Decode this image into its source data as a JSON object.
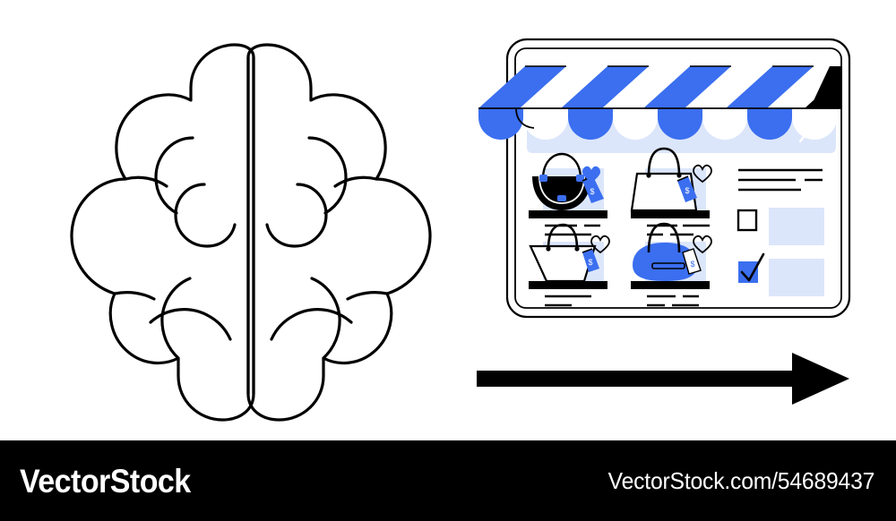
{
  "footer": {
    "brand": "VectorStock",
    "url": "VectorStock.com/54689437"
  },
  "colors": {
    "blue": "#3B6FF0",
    "light_blue": "#DCE6FB",
    "black": "#000000",
    "white": "#FFFFFF",
    "background": "#FFFFFF"
  },
  "illustration": {
    "title": "Brain and online shop storefront with arrow",
    "brain": {
      "label": "brain-outline",
      "style": "line-art",
      "stroke": "#000000",
      "stroke_width": 3,
      "lobes": 14,
      "hemispheres": 2
    },
    "arrow": {
      "label": "right-arrow",
      "direction": "right",
      "fill": "#000000"
    }
  },
  "shop": {
    "device": "tablet",
    "awning": {
      "label": "striped-awning",
      "stripe_count": 8,
      "stripe_colors": [
        "#3B6FF0",
        "#FFFFFF"
      ],
      "end_cap_color": "#000000",
      "scallop_count": 8
    },
    "search": {
      "placeholder": "",
      "value": "",
      "icon": "search-icon"
    },
    "products": [
      {
        "id": "product-1",
        "name": "black-hobo-bag",
        "bag_color": "#000000",
        "accent_color": "#3B6FF0",
        "favorite": true,
        "heart_icon": "heart-filled-icon",
        "text_lines": [
          [
            36,
            18
          ],
          [
            52
          ]
        ]
      },
      {
        "id": "product-2",
        "name": "white-tote-bag",
        "bag_color": "#FFFFFF",
        "accent_color": "#3B6FF0",
        "favorite": false,
        "heart_icon": "heart-outline-icon",
        "text_lines": [
          [
            34,
            30
          ],
          [
            18,
            26
          ]
        ]
      },
      {
        "id": "product-3",
        "name": "white-angular-bag",
        "bag_color": "#FFFFFF",
        "accent_color": "#3B6FF0",
        "favorite": false,
        "heart_icon": "heart-outline-icon",
        "text_lines": [
          [
            52
          ],
          [
            30
          ]
        ]
      },
      {
        "id": "product-4",
        "name": "blue-bowler-bag",
        "bag_color": "#3B6FF0",
        "accent_color": "#FFFFFF",
        "favorite": false,
        "heart_icon": "heart-outline-icon",
        "text_lines": [
          [
            32,
            18
          ],
          [
            20,
            30
          ]
        ]
      }
    ],
    "sidebar": {
      "text_lines": [
        [
          62
        ],
        [
          42,
          18
        ],
        [
          46
        ]
      ],
      "filters": [
        {
          "id": "filter-1",
          "checkbox": "checkbox-unchecked",
          "checked": false,
          "swatch_color": "#DCE6FB"
        },
        {
          "id": "filter-2",
          "checkbox": "checkbox-checked",
          "checked": true,
          "swatch_color": "#DCE6FB"
        }
      ]
    }
  }
}
